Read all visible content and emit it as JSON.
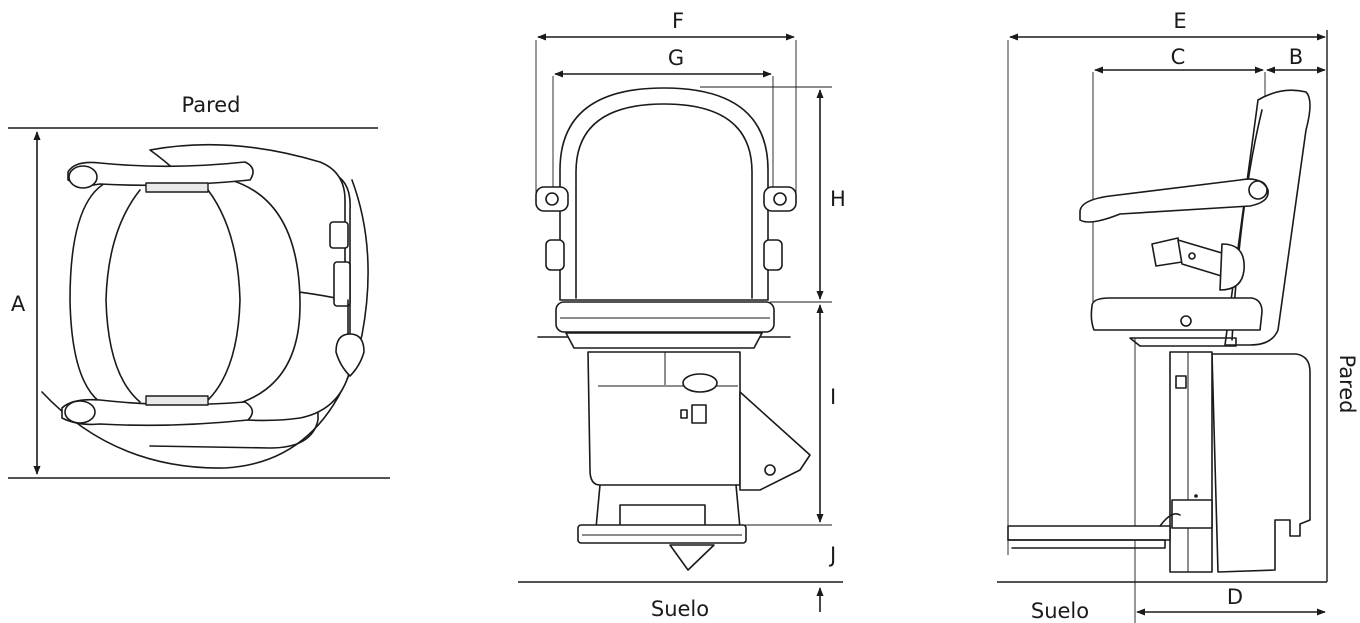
{
  "labels": {
    "wall": "Pared",
    "floor": "Suelo",
    "dimensions": {
      "A": "A",
      "B": "B",
      "C": "C",
      "D": "D",
      "E": "E",
      "F": "F",
      "G": "G",
      "H": "H",
      "I": "I",
      "J": "J"
    }
  },
  "colors": {
    "line": "#1a1a1a",
    "background": "#ffffff",
    "shade": "#e9e9e9"
  }
}
